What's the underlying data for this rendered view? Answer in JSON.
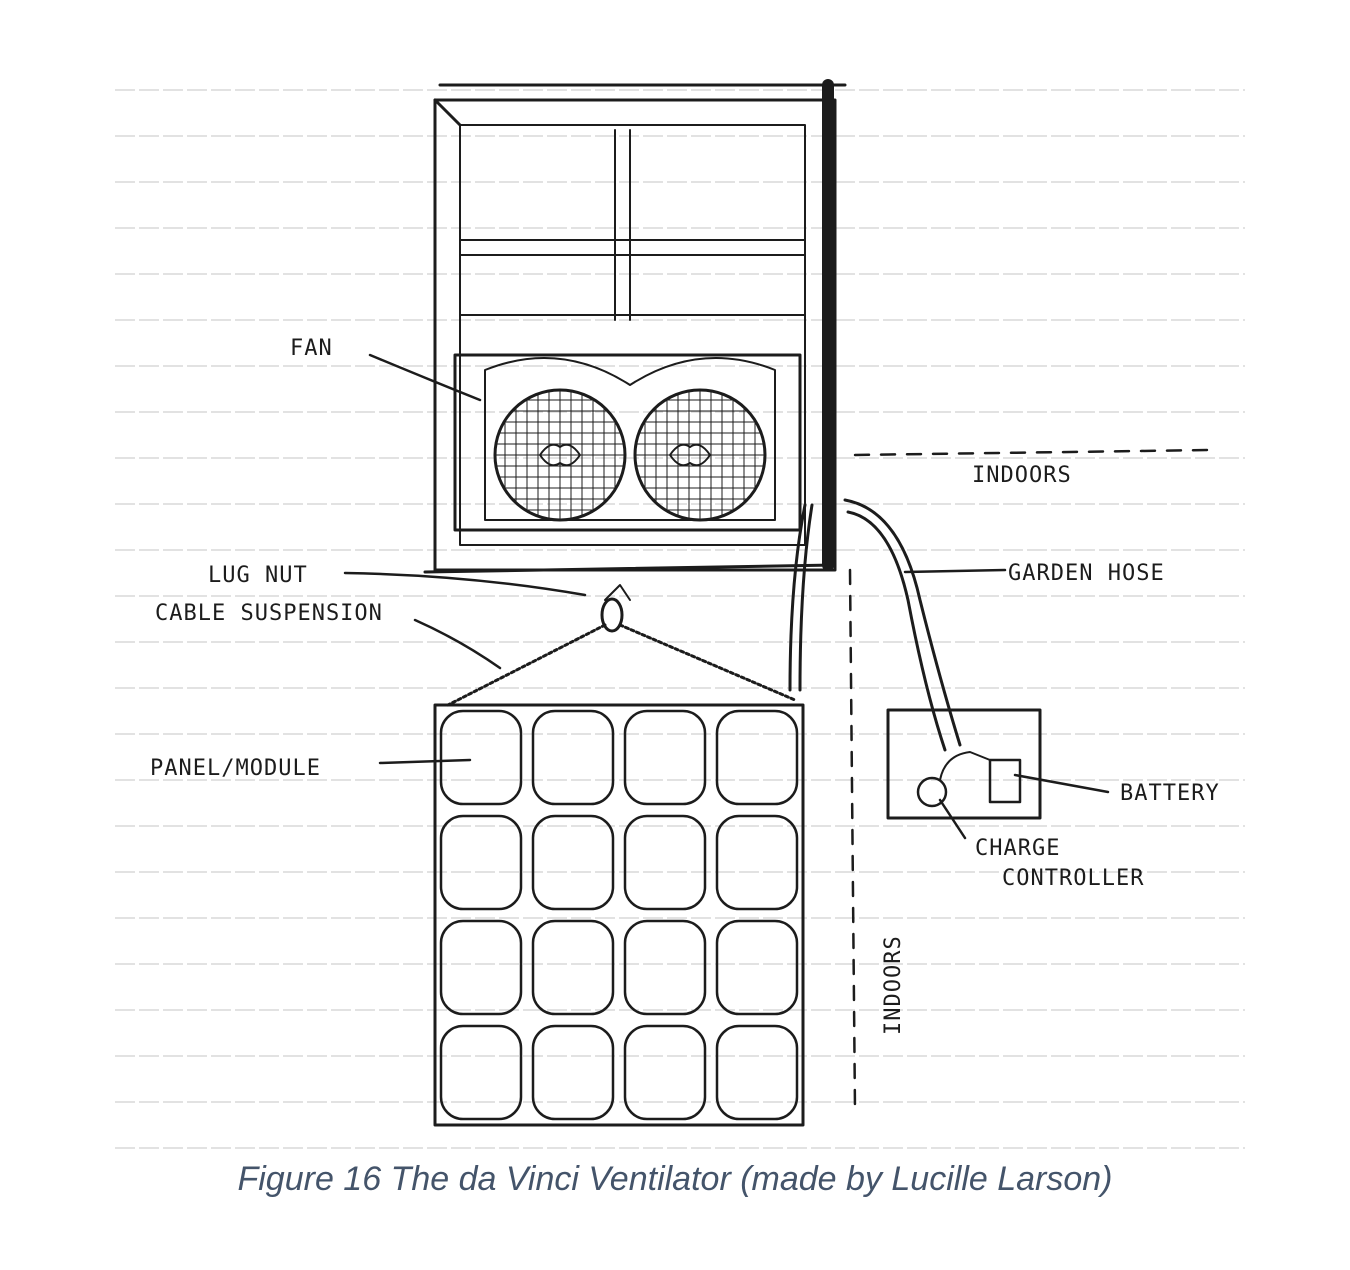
{
  "labels": {
    "fan": "FAN",
    "lug_nut": "LUG NUT",
    "cable_suspension": "CABLE SUSPENSION",
    "panel_module": "PANEL/MODULE",
    "indoors_top": "INDOORS",
    "garden_hose": "GARDEN HOSE",
    "battery": "BATTERY",
    "charge_controller_line1": "CHARGE",
    "charge_controller_line2": "CONTROLLER",
    "indoors_side": "INDOORS"
  },
  "caption": "Figure 16 The da Vinci Ventilator (made by Lucille Larson)",
  "colors": {
    "ink": "#1c1c1c",
    "caption": "#44546a",
    "paper_lines": "#d9d9d9"
  }
}
